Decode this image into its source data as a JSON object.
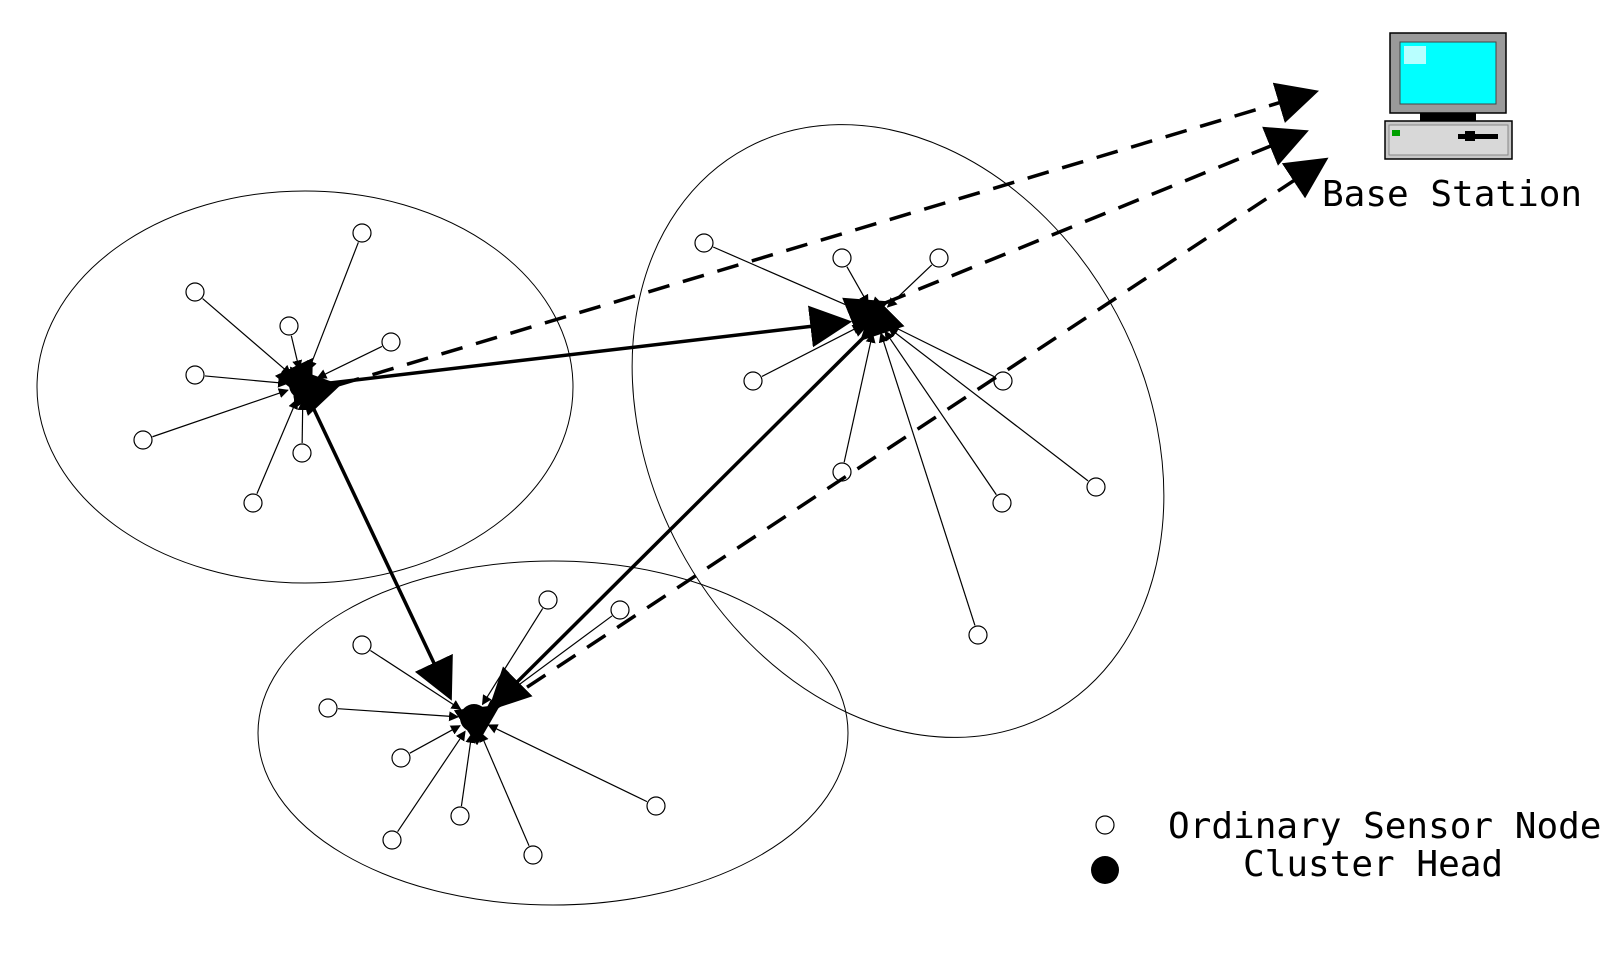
{
  "base_station": {
    "label": "Base Station",
    "screen_color": "#00ffff",
    "screen_frame_color": "#9a9a9a",
    "power_led_color": "#00a000"
  },
  "legend": {
    "ordinary_label": "Ordinary Sensor Node",
    "cluster_head_label": "Cluster Head"
  },
  "colors": {
    "line": "#000000",
    "node_fill": "#ffffff"
  }
}
